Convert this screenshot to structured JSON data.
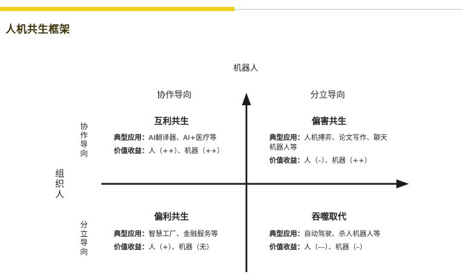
{
  "page": {
    "title": "人机共生框架"
  },
  "axes": {
    "vertical_top_label": "机器人",
    "horizontal_left_label": "组织人",
    "top_left_header": "协作导向",
    "top_right_header": "分立导向",
    "left_upper_side": "协作导向",
    "left_lower_side": "分立导向"
  },
  "quadrants": {
    "top_left": {
      "title": "互利共生",
      "app_label": "典型应用：",
      "app_value": "AI翻译器、AI+医疗等",
      "value_label": "价值收益：",
      "value_value": "人（++）、机器（++）"
    },
    "top_right": {
      "title": "偏害共生",
      "app_label": "典型应用：",
      "app_value": "人机搏弈、论文写作、聊天机器人等",
      "value_label": "价值收益：",
      "value_value": "人（–）、机器（++）"
    },
    "bottom_left": {
      "title": "偏利共生",
      "app_label": "典型应用：",
      "app_value": "智慧工厂、金融服务等",
      "value_label": "价值收益：",
      "value_value": "人（+）、机器（无）"
    },
    "bottom_right": {
      "title": "吞噬取代",
      "app_label": "典型应用：",
      "app_value": "自动驾驶、杀人机器人等",
      "value_label": "价值收益：",
      "value_value": "人（––）、机器（–）"
    }
  },
  "colors": {
    "accent": "#f2d318",
    "axis": "#1a1a1a",
    "title": "#3a3000"
  }
}
